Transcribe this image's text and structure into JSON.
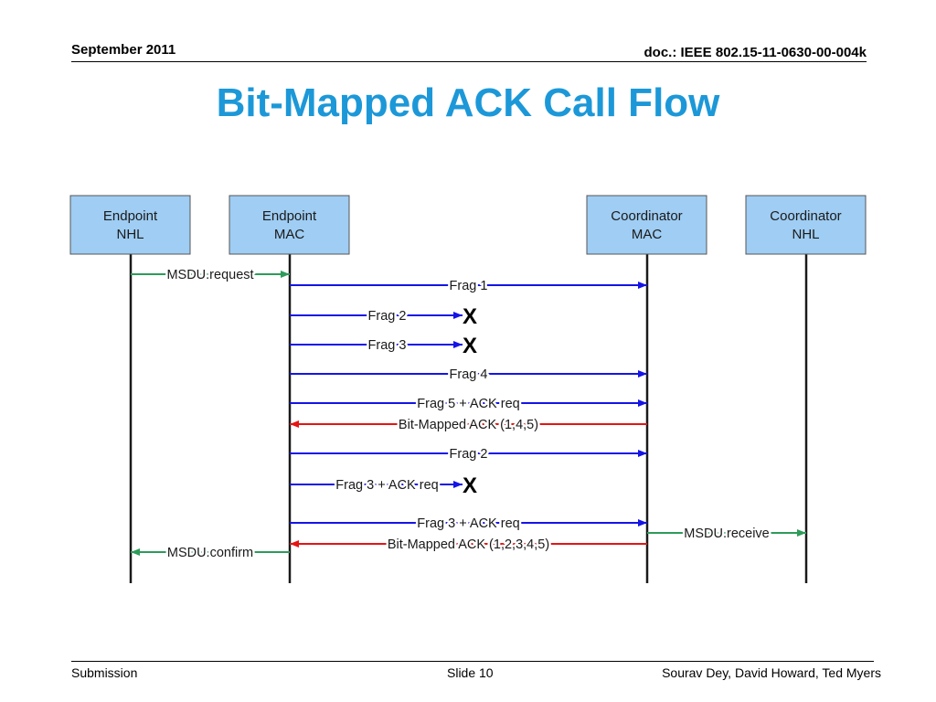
{
  "header": {
    "date": "September 2011",
    "doc": "doc.: IEEE 802.15-11-0630-00-004k"
  },
  "title": "Bit-Mapped ACK Call Flow",
  "footer": {
    "left": "Submission",
    "center": "Slide 10",
    "right": "Sourav Dey, David Howard, Ted Myers"
  },
  "colors": {
    "title": "#1c98d8",
    "box_fill": "#9fcdf3",
    "blue_arrow": "#1414e6",
    "red_arrow": "#e61414",
    "green_arrow": "#2e9b5a",
    "lost_marker": "#000000"
  },
  "lost_marker": "X",
  "entities": [
    {
      "line1": "Endpoint",
      "line2": "NHL"
    },
    {
      "line1": "Endpoint",
      "line2": "MAC"
    },
    {
      "line1": "Coordinator",
      "line2": "MAC"
    },
    {
      "line1": "Coordinator",
      "line2": "NHL"
    }
  ],
  "messages": [
    {
      "label": "MSDU.request",
      "from": 0,
      "to": 1,
      "color": "green",
      "lost": false
    },
    {
      "label": "Frag 1",
      "from": 1,
      "to": 2,
      "color": "blue",
      "lost": false
    },
    {
      "label": "Frag 2",
      "from": 1,
      "to": 2,
      "color": "blue",
      "lost": true
    },
    {
      "label": "Frag 3",
      "from": 1,
      "to": 2,
      "color": "blue",
      "lost": true
    },
    {
      "label": "Frag 4",
      "from": 1,
      "to": 2,
      "color": "blue",
      "lost": false
    },
    {
      "label": "Frag 5 + ACK req",
      "from": 1,
      "to": 2,
      "color": "blue",
      "lost": false
    },
    {
      "label": "Bit-Mapped ACK (1,4,5)",
      "from": 2,
      "to": 1,
      "color": "red",
      "lost": false
    },
    {
      "label": "Frag 2",
      "from": 1,
      "to": 2,
      "color": "blue",
      "lost": false
    },
    {
      "label": "Frag 3 + ACK req",
      "from": 1,
      "to": 2,
      "color": "blue",
      "lost": true
    },
    {
      "label": "Frag 3 + ACK req",
      "from": 1,
      "to": 2,
      "color": "blue",
      "lost": false
    },
    {
      "label": "MSDU.receive",
      "from": 2,
      "to": 3,
      "color": "green",
      "lost": false
    },
    {
      "label": "Bit-Mapped ACK (1,2,3,4,5)",
      "from": 2,
      "to": 1,
      "color": "red",
      "lost": false
    },
    {
      "label": "MSDU.confirm",
      "from": 1,
      "to": 0,
      "color": "green",
      "lost": false
    }
  ]
}
